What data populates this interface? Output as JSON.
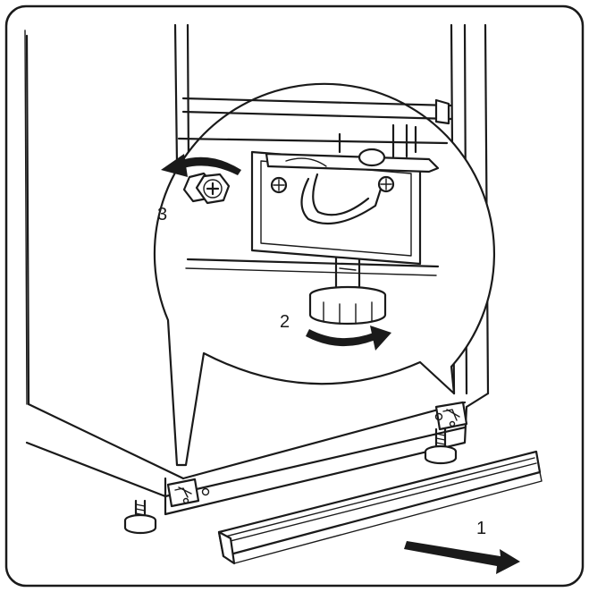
{
  "figure": {
    "callouts": [
      {
        "id": "step-1",
        "label": "1"
      },
      {
        "id": "step-2",
        "label": "2"
      },
      {
        "id": "step-3",
        "label": "3"
      }
    ],
    "colors": {
      "ink": "#1a1a1a",
      "paper": "#ffffff"
    },
    "icons": [
      "rotate-ccw-arrow-icon",
      "rotate-cw-arrow-icon",
      "pull-arrow-icon",
      "screw-icon",
      "nut-icon"
    ]
  }
}
